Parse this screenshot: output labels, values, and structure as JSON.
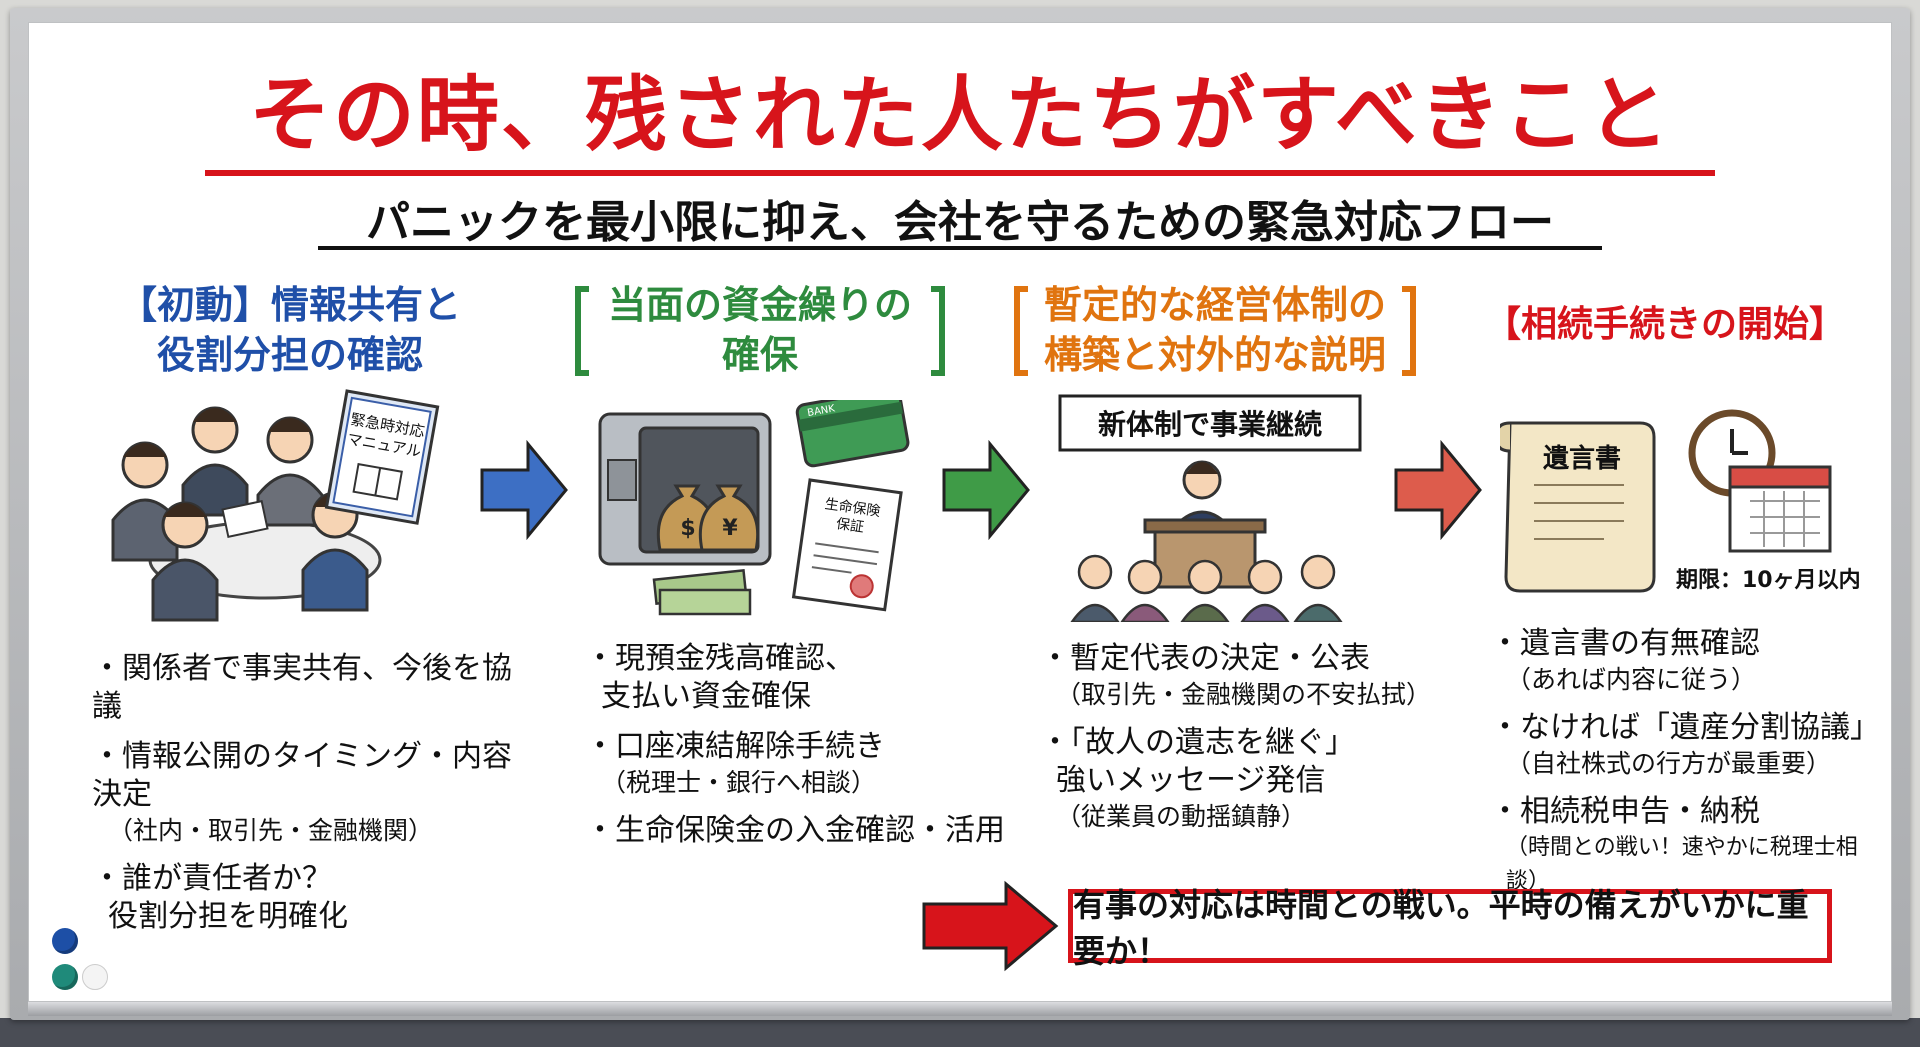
{
  "title": "その時、残された人たちがすべきこと",
  "subtitle": "パニックを最小限に抑え、会社を守るための緊急対応フロー",
  "colors": {
    "red": "#d7141b",
    "blue": "#1f4fa8",
    "green": "#2e8b3e",
    "orange": "#e0740f",
    "arrow_blue": "#3d6fc4",
    "arrow_green": "#3f9b47",
    "arrow_red": "#dd5c4c"
  },
  "columns": [
    {
      "heading": [
        "【初動】情報共有と",
        "役割分担の確認"
      ],
      "illustration": {
        "icon": "meeting-icon",
        "book_title": [
          "緊急時対応",
          "マニュアル"
        ]
      },
      "bullets": [
        {
          "main": "・関係者で事実共有、今後を協議"
        },
        {
          "main": "・情報公開のタイミング・内容決定",
          "sub": "（社内・取引先・金融機関）"
        },
        {
          "main": "・誰が責任者か？",
          "main2": "役割分担を明確化"
        }
      ]
    },
    {
      "heading": [
        "当面の資金繰りの",
        "確保"
      ],
      "illustration": {
        "icon": "safe-icon",
        "card_label": "BANK",
        "certificate": [
          "生命保険",
          "保証"
        ],
        "bag_symbols": [
          "$",
          "¥"
        ]
      },
      "bullets": [
        {
          "main": "・現預金残高確認、",
          "main2": "支払い資金確保"
        },
        {
          "main": "・口座凍結解除手続き",
          "sub": "（税理士・銀行へ相談）"
        },
        {
          "main": "・生命保険金の入金確認・活用"
        }
      ]
    },
    {
      "heading": [
        "暫定的な経営体制の",
        "構築と対外的な説明"
      ],
      "illustration": {
        "icon": "podium-speaker-icon",
        "banner": "新体制で事業継続"
      },
      "bullets": [
        {
          "main": "・暫定代表の決定・公表",
          "sub": "（取引先・金融機関の不安払拭）"
        },
        {
          "main": "・「故人の遺志を継ぐ」",
          "main2": "強いメッセージ発信",
          "sub": "（従業員の動揺鎮静）"
        }
      ]
    },
    {
      "heading": [
        "【相続手続きの開始】"
      ],
      "illustration": {
        "icon": "will-scroll-icon",
        "scroll_label": "遺言書",
        "deadline": "期限：10ヶ月以内"
      },
      "bullets": [
        {
          "main": "・遺言書の有無確認",
          "sub": "（あれば内容に従う）"
        },
        {
          "main": "・なければ「遺産分割協議」",
          "sub": "（自社株式の行方が最重要）"
        },
        {
          "main": "・相続税申告・納税",
          "sub": "（時間との戦い！速やかに税理士相談）"
        }
      ]
    }
  ],
  "conclusion": "有事の対応は時間との戦い。平時の備えがいかに重要か！"
}
